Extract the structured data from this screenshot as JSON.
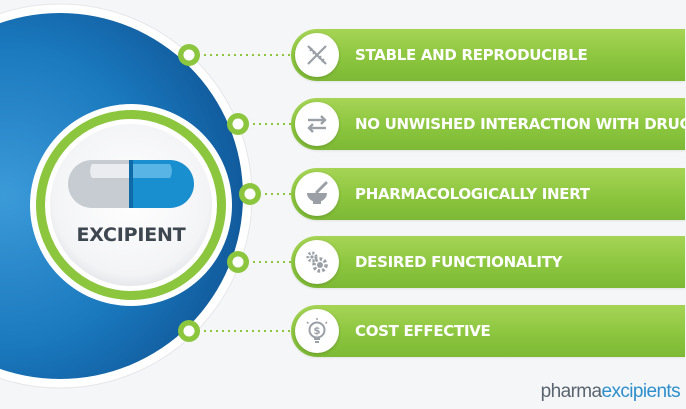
{
  "central": {
    "title": "EXCIPIENT",
    "icon": "capsule-icon"
  },
  "properties": [
    {
      "label": "STABLE AND REPRODUCIBLE",
      "icon": "dna-icon"
    },
    {
      "label": "NO UNWISHED INTERACTION WITH DRUG",
      "icon": "exchange-arrows-icon"
    },
    {
      "label": "PHARMACOLOGICALLY INERT",
      "icon": "mortar-pestle-icon"
    },
    {
      "label": "DESIRED FUNCTIONALITY",
      "icon": "gears-icon"
    },
    {
      "label": "COST EFFECTIVE",
      "icon": "dollar-bulb-icon"
    }
  ],
  "brand": {
    "part1": "pharma",
    "part2": "excipients"
  },
  "colors": {
    "green": "#8cc63f",
    "blue": "#1976b8",
    "dark_blue": "#10589a",
    "text_dark": "#3e4650",
    "icon_gray": "#9aa0a6"
  }
}
